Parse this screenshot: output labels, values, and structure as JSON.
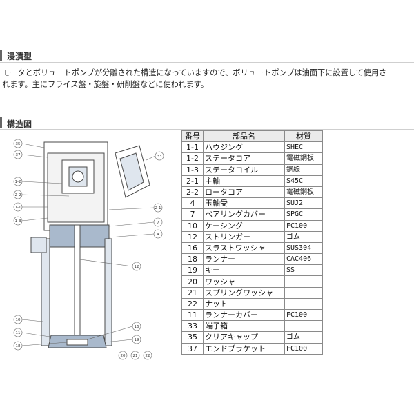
{
  "section1": {
    "title": "浸漬型"
  },
  "description": {
    "line1": "モータとボリュートポンプが分離された構造になっていますので、ボリュートポンプは油面下に設置して使用さ",
    "line2": "れます。主にフライス盤・旋盤・研削盤などに使われます。"
  },
  "section2": {
    "title": "構造図"
  },
  "table": {
    "headers": [
      "番号",
      "部品名",
      "材質"
    ],
    "rows": [
      {
        "num": "1-1",
        "name": "ハウジング",
        "mat": "SHEC"
      },
      {
        "num": "1-2",
        "name": "ステータコア",
        "mat": "電磁鋼板"
      },
      {
        "num": "1-3",
        "name": "ステータコイル",
        "mat": "銅線"
      },
      {
        "num": "2-1",
        "name": "主軸",
        "mat": "S45C"
      },
      {
        "num": "2-2",
        "name": "ロータコア",
        "mat": "電磁鋼板"
      },
      {
        "num": "4",
        "name": "玉軸受",
        "mat": "SUJ2"
      },
      {
        "num": "7",
        "name": "ベアリングカバー",
        "mat": "SPGC"
      },
      {
        "num": "10",
        "name": "ケーシング",
        "mat": "FC100"
      },
      {
        "num": "12",
        "name": "ストリンガー",
        "mat": "ゴム"
      },
      {
        "num": "16",
        "name": "スラストワッシャ",
        "mat": "SUS304"
      },
      {
        "num": "18",
        "name": "ランナー",
        "mat": "CAC406"
      },
      {
        "num": "19",
        "name": "キー",
        "mat": "SS"
      },
      {
        "num": "20",
        "name": "ワッシャ",
        "mat": ""
      },
      {
        "num": "21",
        "name": "スプリングワッシャ",
        "mat": ""
      },
      {
        "num": "22",
        "name": "ナット",
        "mat": ""
      },
      {
        "num": "11",
        "name": "ランナーカバー",
        "mat": "FC100"
      },
      {
        "num": "33",
        "name": "端子箱",
        "mat": ""
      },
      {
        "num": "35",
        "name": "クリアキャップ",
        "mat": "ゴム"
      },
      {
        "num": "37",
        "name": "エンドブラケット",
        "mat": "FC100"
      }
    ]
  },
  "diagram": {
    "colors": {
      "body": "#dfe6ee",
      "line": "#4a4a4a",
      "accent": "#a9b9cc"
    },
    "callouts": {
      "c35": "35",
      "c37": "37",
      "c33": "33",
      "c12a": "1-2",
      "c22": "2-2",
      "c11a": "1-1",
      "c13": "1-3",
      "c21": "2-1",
      "c7": "7",
      "c4": "4",
      "c12": "12",
      "c10": "10",
      "c11": "11",
      "c18": "18",
      "c16": "16",
      "c19": "19",
      "c20": "20",
      "c21b": "21",
      "c22b": "22"
    }
  }
}
